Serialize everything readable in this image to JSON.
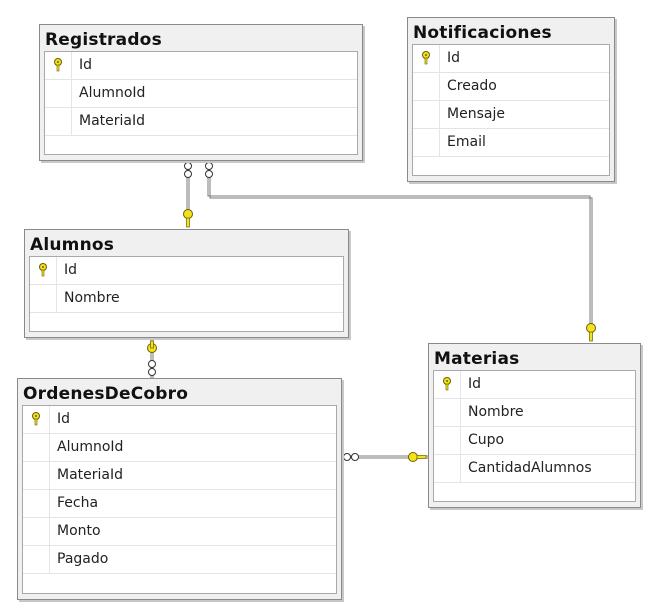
{
  "tables": {
    "registrados": {
      "title": "Registrados",
      "columns": [
        "Id",
        "AlumnoId",
        "MateriaId"
      ]
    },
    "notificaciones": {
      "title": "Notificaciones",
      "columns": [
        "Id",
        "Creado",
        "Mensaje",
        "Email"
      ]
    },
    "alumnos": {
      "title": "Alumnos",
      "columns": [
        "Id",
        "Nombre"
      ]
    },
    "ordenes": {
      "title": "OrdenesDeCobro",
      "columns": [
        "Id",
        "AlumnoId",
        "MateriaId",
        "Fecha",
        "Monto",
        "Pagado"
      ]
    },
    "materias": {
      "title": "Materias",
      "columns": [
        "Id",
        "Nombre",
        "Cupo",
        "CantidadAlumnos"
      ]
    }
  },
  "colors": {
    "key": "#f2e21e",
    "key_outline": "#6b5f00",
    "line": "#7a7a7a"
  },
  "icons": {
    "primary_key": "key-icon",
    "many_end": "infinity-icon"
  }
}
